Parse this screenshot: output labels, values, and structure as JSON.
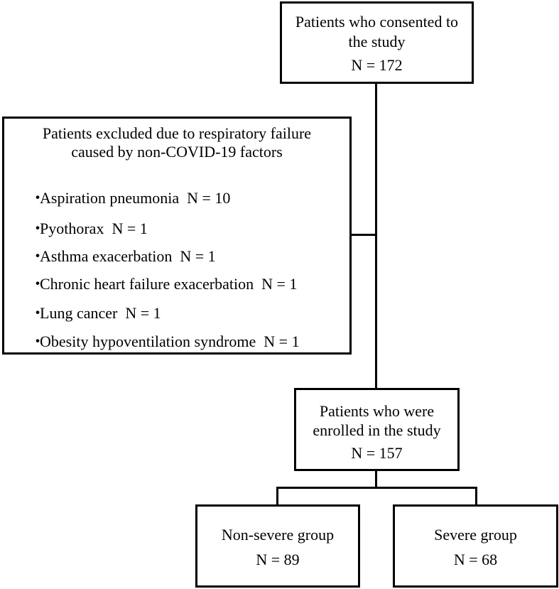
{
  "consented": {
    "line1": "Patients who consented to",
    "line2": "the study",
    "count": "N = 172"
  },
  "excluded": {
    "title_line1": "Patients excluded due to respiratory failure",
    "title_line2": "caused by non-COVID-19 factors",
    "bullet": "・",
    "items": [
      {
        "label": "Aspiration pneumonia",
        "count": "N = 10"
      },
      {
        "label": "Pyothorax",
        "count": "N = 1"
      },
      {
        "label": "Asthma exacerbation",
        "count": "N = 1"
      },
      {
        "label": "Chronic heart failure exacerbation",
        "count": "N = 1"
      },
      {
        "label": "Lung cancer",
        "count": "N = 1"
      },
      {
        "label": "Obesity hypoventilation syndrome",
        "count": "N = 1"
      }
    ]
  },
  "enrolled": {
    "line1": "Patients who were",
    "line2": "enrolled in the study",
    "count": "N = 157"
  },
  "non_severe": {
    "label": "Non-severe group",
    "count": "N = 89"
  },
  "severe": {
    "label": "Severe group",
    "count": "N = 68"
  }
}
